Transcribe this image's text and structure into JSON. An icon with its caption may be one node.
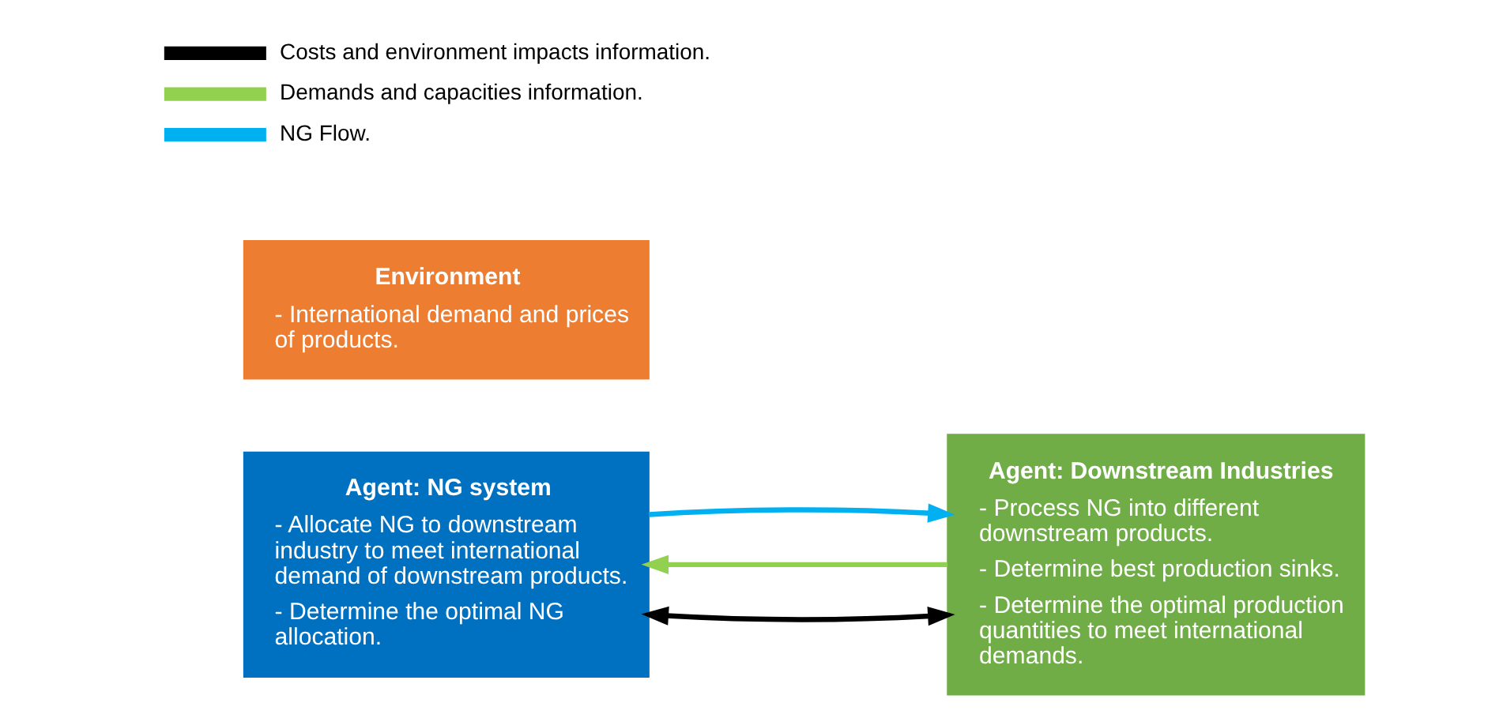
{
  "diagram": {
    "nodes": [
      {
        "text": [
          "Agent: NG system",
          "- Allocate NG to downstream industry to meet international demand of downstream products.",
          "- Determine the optimal NG allocation."
        ]
      },
      {
        "text": [
          "Environment",
          "- International demand and prices of products."
        ]
      },
      {
        "text": [
          "Agent: Downstream Industries",
          "- Process NG into different downstream products.",
          "- Determine best production sinks.",
          "- Determine the optimal production quantities to meet international demands."
        ]
      }
    ],
    "edges": [
      {
        "from": 0,
        "to": 2,
        "arrow": "both",
        "color": "#000000"
      },
      {
        "from": 2,
        "to": 0,
        "arrow": "to",
        "color": "#92d050"
      },
      {
        "from": 0,
        "to": 2,
        "arrow": "to",
        "color": "#00b0f0"
      }
    ],
    "legend": [
      {
        "text": "Costs and environment impacts information.",
        "color": "#000000"
      },
      {
        "text": "Demands and capacities information.",
        "color": "#92d050"
      },
      {
        "text": "NG Flow.",
        "color": "#00b0f0"
      }
    ]
  }
}
